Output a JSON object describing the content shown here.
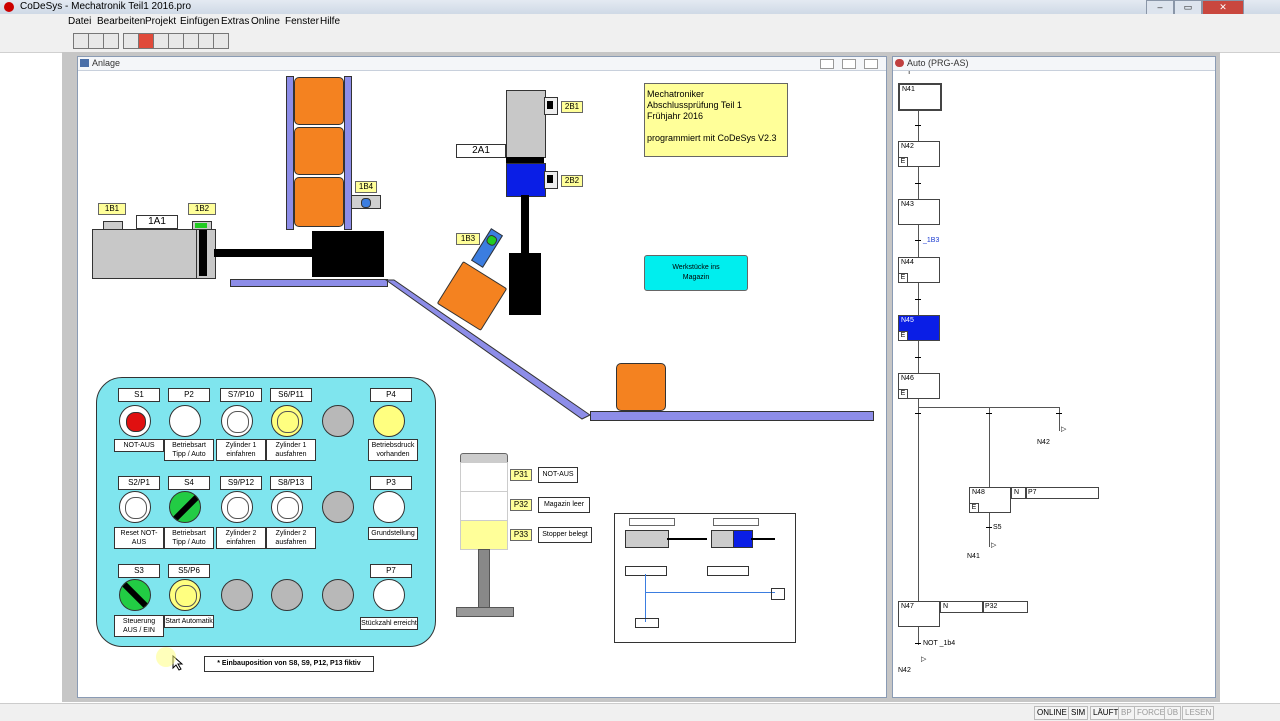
{
  "app": {
    "title": "CoDeSys - Mechatronik Teil1 2016.pro"
  },
  "menu": [
    "Datei",
    "Bearbeiten",
    "Projekt",
    "Einfügen",
    "Extras",
    "Online",
    "Fenster",
    "Hilfe"
  ],
  "anlage": {
    "title": "Anlage",
    "cyl1_name": "1A1",
    "cyl2_name": "2A1",
    "sensors": {
      "b1": "1B1",
      "b2": "1B2",
      "b3": "1B3",
      "b4": "1B4",
      "s2b1": "2B1",
      "s2b2": "2B2"
    },
    "info_lines": [
      "Mechatroniker",
      "Abschlussprüfung Teil 1",
      "Frühjahr 2016",
      "",
      "programmiert mit CoDeSys V2.3"
    ],
    "magazin_button": "Werkstücke ins Magazin",
    "panel": {
      "tags": [
        "S1",
        "P2",
        "S7/P10",
        "S6/P11",
        "P4",
        "S2/P1",
        "S4",
        "S9/P12",
        "S8/P13",
        "P3",
        "S3",
        "S5/P6",
        "P7"
      ],
      "captions": {
        "s1": "NOT-AUS",
        "p2": "Betriebsart Tipp / Auto",
        "s7": "Zylinder 1 einfahren",
        "s6": "Zylinder 1 ausfahren",
        "p4": "Betriebsdruck vorhanden",
        "s2": "Reset NOT-AUS",
        "s4": "Betriebsart Tipp / Auto",
        "s9": "Zylinder 2 einfahren",
        "s8": "Zylinder 2 ausfahren",
        "p3": "Grundstellung",
        "s3": "Steuerung AUS / EIN",
        "s5": "Start Automatik",
        "p7": "Stückzahl erreicht"
      },
      "note": "* Einbauposition von S8, S9, P12, P13 fiktiv"
    },
    "tower": [
      {
        "tag": "P31",
        "label": "NOT-AUS"
      },
      {
        "tag": "P32",
        "label": "Magazin leer"
      },
      {
        "tag": "P33",
        "label": "Stopper belegt"
      }
    ]
  },
  "sfc": {
    "title": "Auto (PRG-AS)",
    "header_text": "T  ",
    "steps": [
      "N41",
      "N42",
      "N43",
      "N44",
      "N45",
      "N46",
      "N48",
      "N47"
    ],
    "transition_b3": "_1B3",
    "jump_n42": "N42",
    "jump_n41": "N41",
    "jump_bottom": "N42",
    "n48_action_q": "N",
    "n48_action": "P7",
    "n47_action_q": "N",
    "n47_action": "P32",
    "trans_s5": "S5",
    "trans_not": "NOT _1b4",
    "step_flag": "E"
  },
  "status": [
    "ONLINE",
    "SIM",
    "LÄUFT",
    "BP",
    "FORCE",
    "ÜB",
    "LESEN"
  ],
  "colors": {
    "orange": "#f48220",
    "panel": "#7fe5ee",
    "active_step": "#0a1ee6",
    "lamp_red": "#e01010",
    "lamp_yellow": "#ffff80",
    "cyl_blue": "#0a1ee6",
    "info_bg": "#ffff99"
  }
}
